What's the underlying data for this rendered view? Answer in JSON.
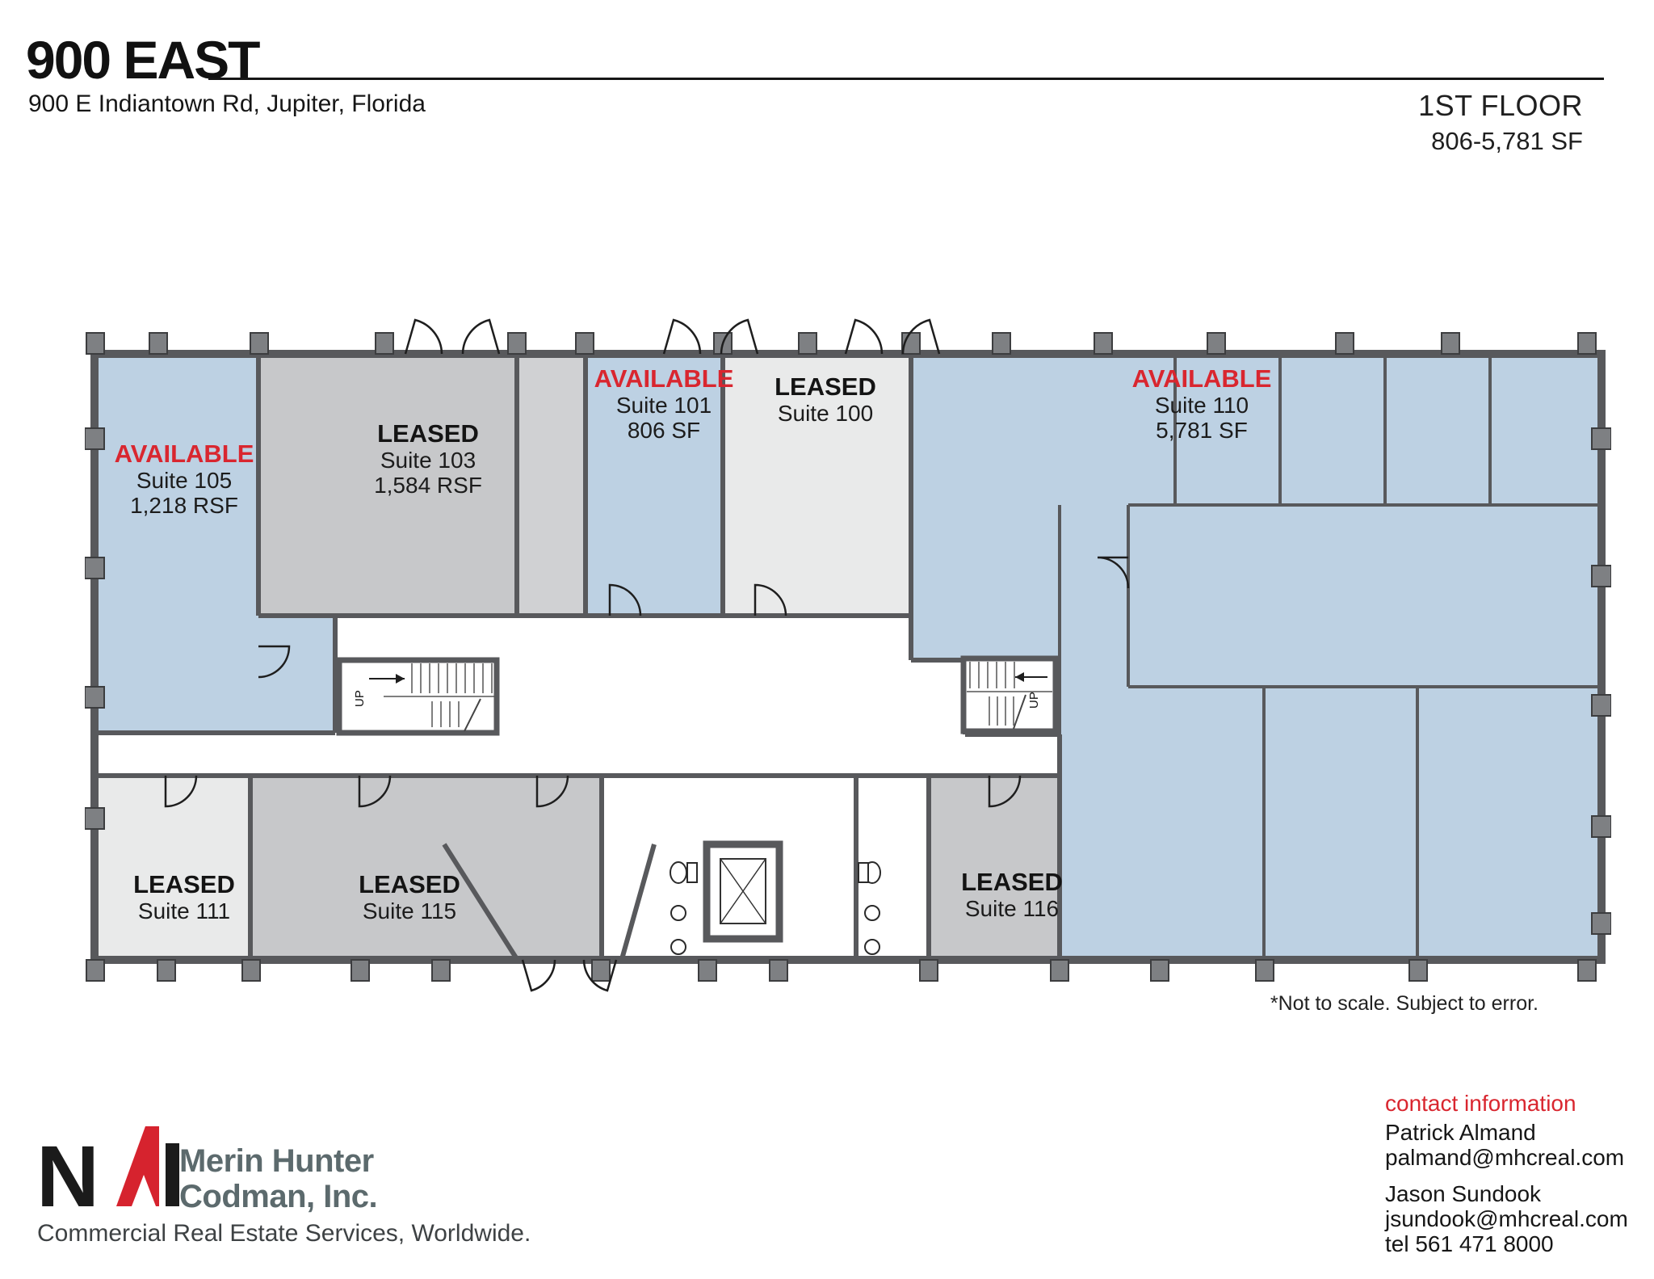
{
  "header": {
    "title": "900 EAST",
    "address": "900 E Indiantown Rd, Jupiter, Florida",
    "floor": "1ST FLOOR",
    "size_range": "806-5,781 SF"
  },
  "plan": {
    "note": "*Not to scale.  Subject to error.",
    "stair_label": "UP",
    "suites": [
      {
        "id": "105",
        "status": "AVAILABLE",
        "name": "Suite 105",
        "area": "1,218 RSF"
      },
      {
        "id": "103",
        "status": "LEASED",
        "name": "Suite 103",
        "area": "1,584 RSF"
      },
      {
        "id": "101",
        "status": "AVAILABLE",
        "name": "Suite 101",
        "area": "806 SF"
      },
      {
        "id": "100",
        "status": "LEASED",
        "name": "Suite 100",
        "area": ""
      },
      {
        "id": "110",
        "status": "AVAILABLE",
        "name": "Suite 110",
        "area": "5,781 SF"
      },
      {
        "id": "111",
        "status": "LEASED",
        "name": "Suite 111",
        "area": ""
      },
      {
        "id": "115",
        "status": "LEASED",
        "name": "Suite 115",
        "area": ""
      },
      {
        "id": "116",
        "status": "LEASED",
        "name": "Suite 116",
        "area": ""
      }
    ]
  },
  "contact": {
    "heading": "contact information",
    "people": [
      {
        "name": "Patrick Almand",
        "email": "palmand@mhcreal.com",
        "tel": ""
      },
      {
        "name": "Jason Sundook",
        "email": "jsundook@mhcreal.com",
        "tel": "tel 561 471 8000"
      }
    ]
  },
  "footer": {
    "logo_n": "N",
    "logo_i": "",
    "company_line1": "Merin Hunter",
    "company_line2": "Codman, Inc.",
    "tagline": "Commercial Real Estate Services, Worldwide."
  },
  "colors": {
    "available_fill": "#bdd1e3",
    "leased_fill": "#c7c8ca",
    "leased_light_fill": "#e9eaea",
    "wall": "#58595c",
    "accent_red": "#d9262f",
    "brand_red": "#d6232e",
    "brand_slate": "#5c6a6d"
  }
}
